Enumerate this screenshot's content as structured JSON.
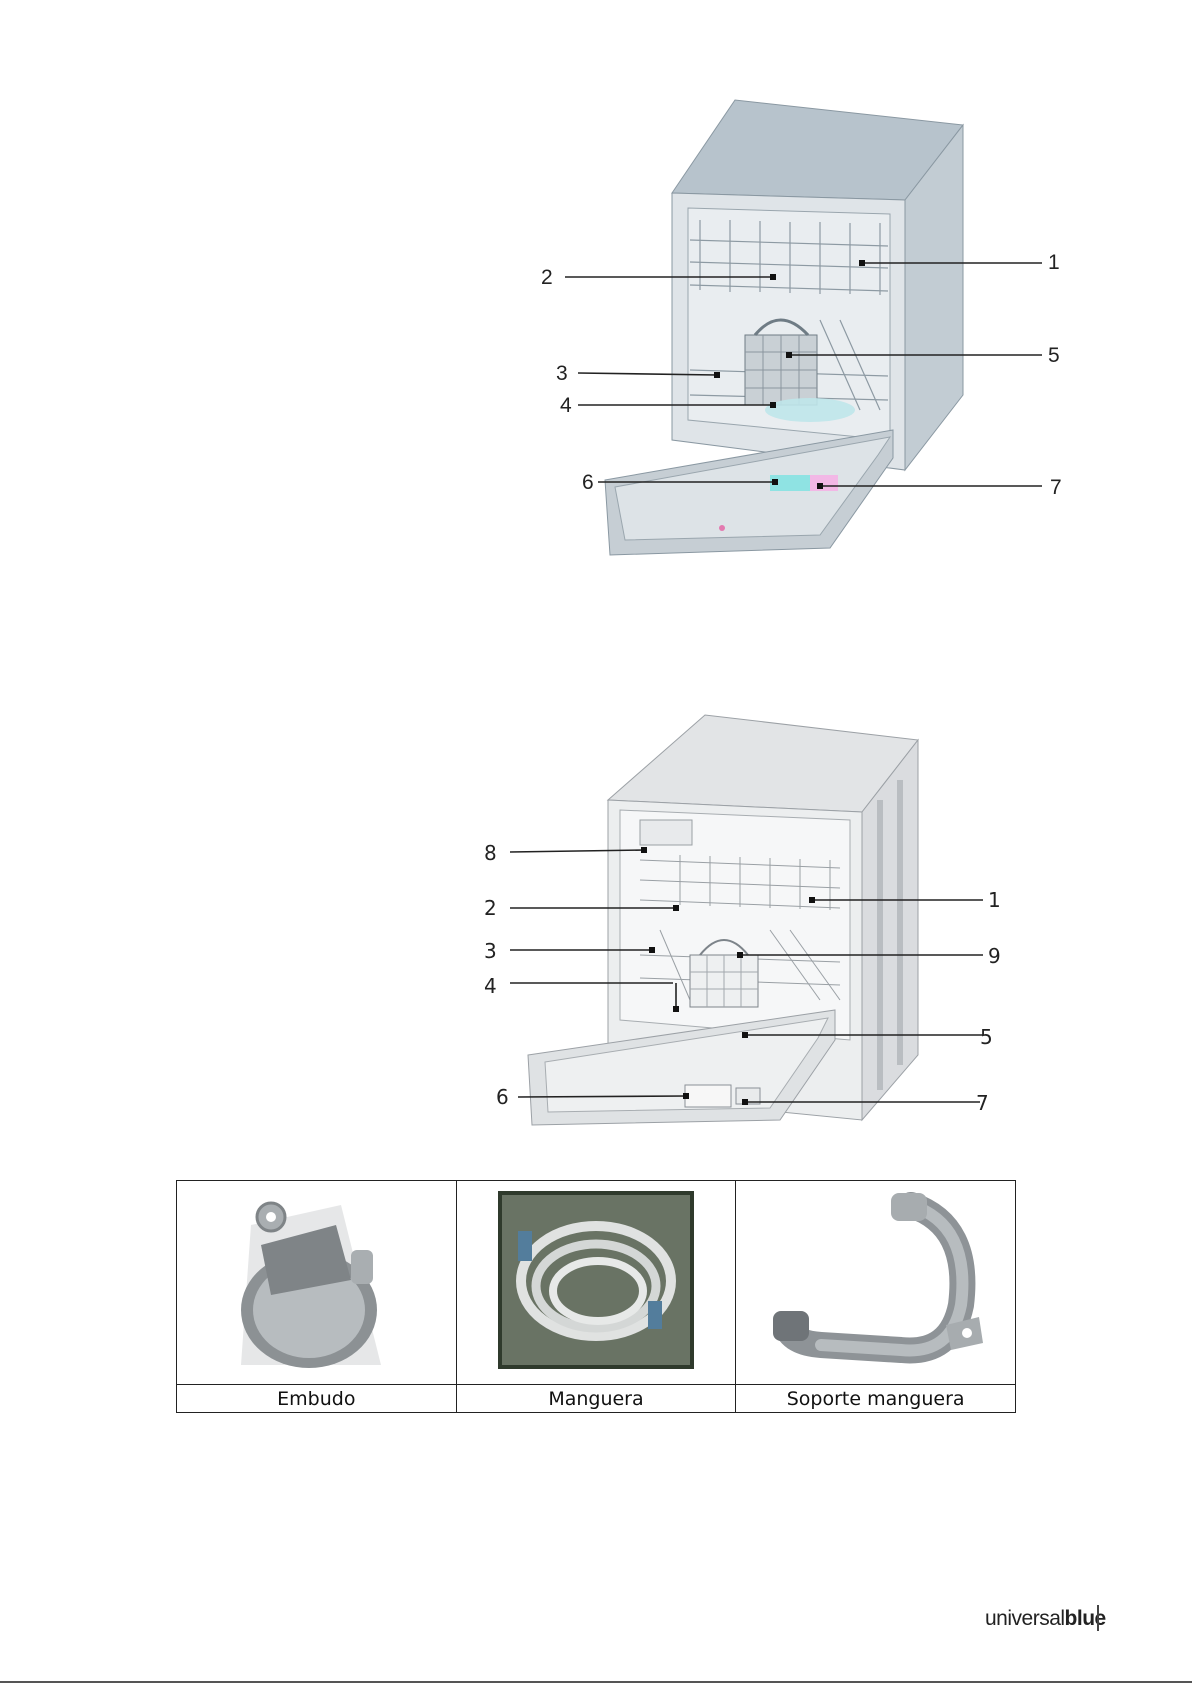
{
  "figure1": {
    "callouts": [
      "1",
      "2",
      "3",
      "4",
      "5",
      "6",
      "7"
    ]
  },
  "figure2": {
    "callouts": [
      "1",
      "2",
      "3",
      "4",
      "5",
      "6",
      "7",
      "8",
      "9"
    ]
  },
  "accessories": {
    "items": [
      {
        "label": "Embudo",
        "icon": "funnel-icon"
      },
      {
        "label": "Manguera",
        "icon": "hose-icon"
      },
      {
        "label": "Soporte manguera",
        "icon": "hose-holder-icon"
      }
    ]
  },
  "footer": {
    "brand_light": "universal",
    "brand_bold": "blue"
  }
}
